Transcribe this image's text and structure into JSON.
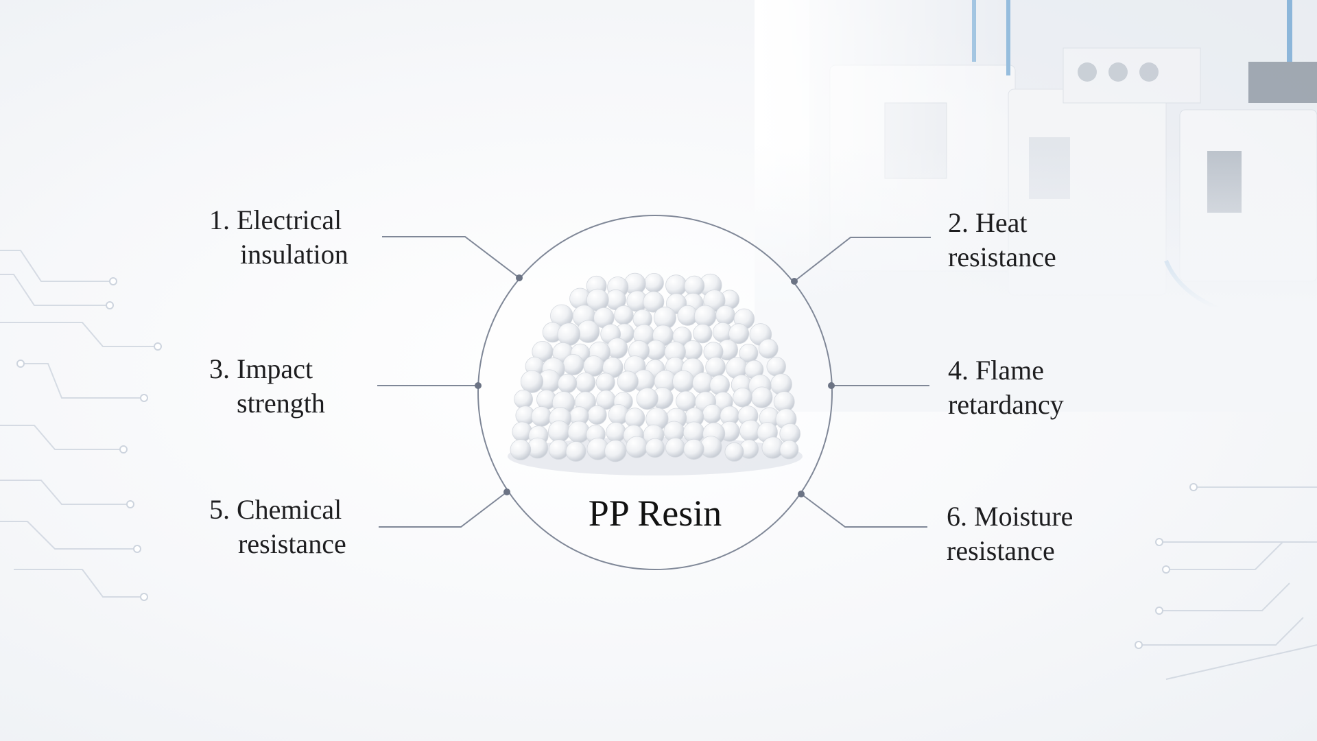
{
  "center": {
    "title": "PP Resin",
    "icon": "resin-pellets-image"
  },
  "colors": {
    "connector": "#7f8797",
    "ring": "#7f8797",
    "circuit": "#c9d1dc"
  },
  "properties": [
    {
      "line1": "1. Electrical",
      "line2": "insulation"
    },
    {
      "line1": "2. Heat",
      "line2": "resistance"
    },
    {
      "line1": "3. Impact",
      "line2": "strength"
    },
    {
      "line1": "4. Flame",
      "line2": "retardancy"
    },
    {
      "line1": "5. Chemical",
      "line2": "resistance"
    },
    {
      "line1": "6. Moisture",
      "line2": "resistance"
    }
  ]
}
